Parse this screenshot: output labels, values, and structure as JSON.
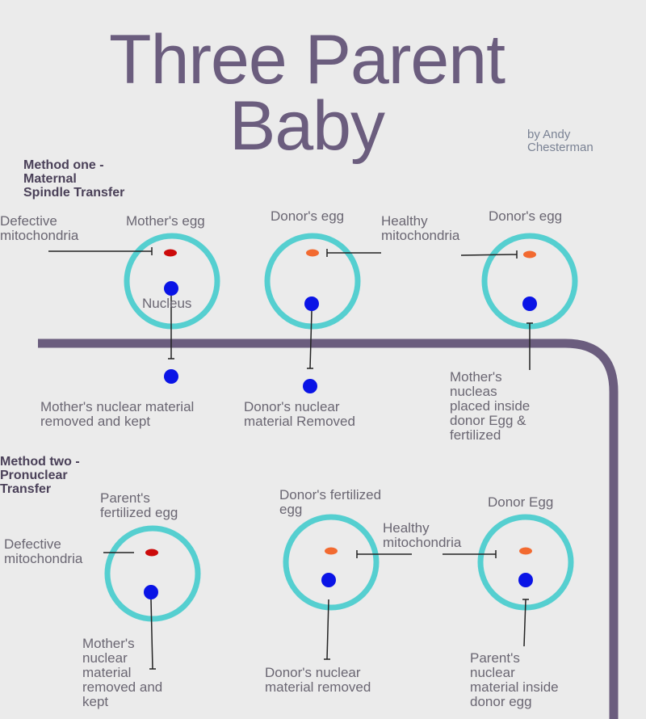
{
  "title": {
    "line1": "Three Parent",
    "line2": "Baby",
    "byline_line1": "by Andy",
    "byline_line2": "Chesterman"
  },
  "method_one": {
    "heading_line1": "Method one -",
    "heading_line2": "Maternal",
    "heading_line3": "Spindle Transfer",
    "mothers_egg": "Mother's egg",
    "donors_egg_1": "Donor's egg",
    "donors_egg_2": "Donor's egg",
    "defective_line1": "Defective",
    "defective_line2": "mitochondria",
    "healthy_line1": "Healthy",
    "healthy_line2": "mitochondria",
    "nucleus": "Nucleus",
    "mother_nuclear_line1": "Mother's nuclear material",
    "mother_nuclear_line2": "removed and kept",
    "donor_nuclear_line1": "Donor's nuclear",
    "donor_nuclear_line2": "material Removed",
    "placed_line1": "Mother's",
    "placed_line2": "nucleas",
    "placed_line3": "placed inside",
    "placed_line4": "donor Egg &",
    "placed_line5": "fertilized"
  },
  "method_two": {
    "heading_line1": "Method two -",
    "heading_line2": "Pronuclear",
    "heading_line3": "Transfer",
    "parent_egg_line1": "Parent's",
    "parent_egg_line2": "fertilized egg",
    "donor_fert_line1": "Donor's fertilized",
    "donor_fert_line2": "egg",
    "donor_egg": "Donor Egg",
    "defective_line1": "Defective",
    "defective_line2": "mitochondria",
    "healthy_line1": "Healthy",
    "healthy_line2": "mitochondria",
    "mother_nuclear_line1": "Mother's",
    "mother_nuclear_line2": "nuclear",
    "mother_nuclear_line3": "material",
    "mother_nuclear_line4": "removed and",
    "mother_nuclear_line5": "kept",
    "donor_nuclear_line1": "Donor's nuclear",
    "donor_nuclear_line2": "material removed",
    "parent_nuclear_line1": "Parent's",
    "parent_nuclear_line2": "nuclear",
    "parent_nuclear_line3": "material inside",
    "parent_nuclear_line4": "donor egg"
  },
  "colors": {
    "background": "#ebebeb",
    "title": "#6b5d7e",
    "egg_ring": "#55cfd0",
    "nucleus": "#0a14e6",
    "defective_mitochondria": "#cc0a0a",
    "healthy_mitochondria": "#f26a30",
    "timeline": "#6b5d7e"
  }
}
